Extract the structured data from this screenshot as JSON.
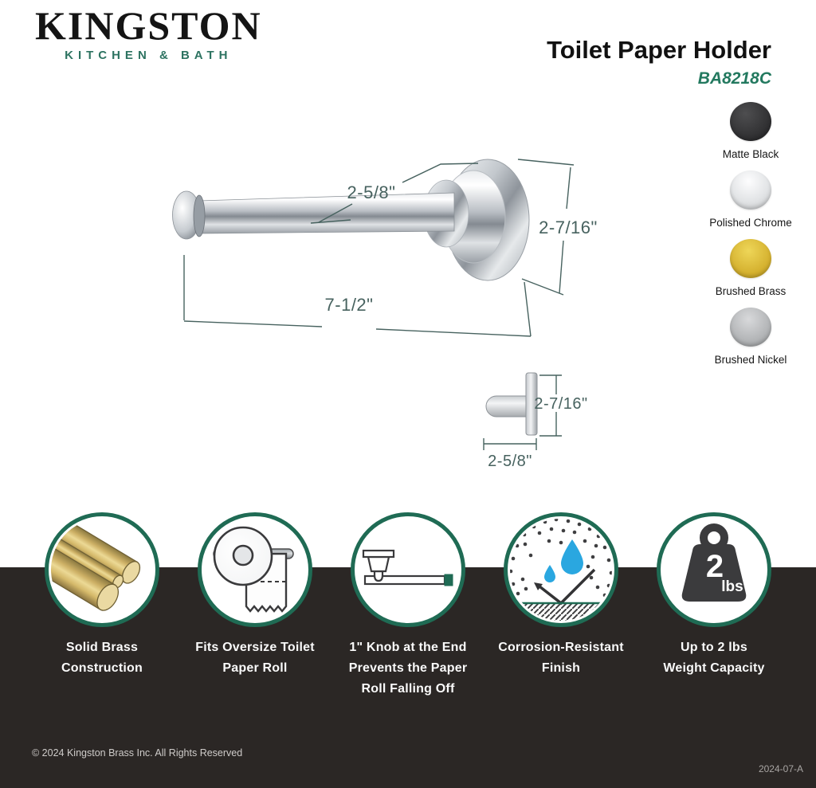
{
  "brand": {
    "name": "KINGSTON",
    "tagline": "KITCHEN & BATH"
  },
  "header": {
    "title": "Toilet Paper Holder",
    "model": "BA8218C"
  },
  "finishes": [
    {
      "name": "Matte Black",
      "hex": "#333436"
    },
    {
      "name": "Polished Chrome",
      "hex": "#e7e9eb"
    },
    {
      "name": "Brushed Brass",
      "hex": "#d9b739"
    },
    {
      "name": "Brushed Nickel",
      "hex": "#b6b8ba"
    }
  ],
  "dimensions": {
    "front": {
      "top": "2-5/8\"",
      "right": "2-7/16\"",
      "bottom": "7-1/2\""
    },
    "side": {
      "right": "2-7/16\"",
      "bottom": "2-5/8\""
    }
  },
  "features": [
    {
      "icon": "brass-rods-icon",
      "caption": "Solid Brass\nConstruction"
    },
    {
      "icon": "toilet-paper-roll-icon",
      "caption": "Fits Oversize Toilet\nPaper Roll"
    },
    {
      "icon": "holder-knob-icon",
      "caption": "1\" Knob at the End\nPrevents the Paper\nRoll Falling Off"
    },
    {
      "icon": "corrosion-resistant-icon",
      "caption": "Corrosion-Resistant\nFinish"
    },
    {
      "icon": "weight-capacity-icon",
      "caption": "Up to 2 lbs\nWeight Capacity",
      "weight_number": "2",
      "weight_unit": "lbs"
    }
  ],
  "footer": {
    "copyright": "© 2024 Kingston Brass Inc. All Rights Reserved",
    "revision": "2024-07-A"
  },
  "colors": {
    "brand_green": "#1f6b54",
    "dimension_teal": "#47625f",
    "band_dark": "#2b2725",
    "drop_blue": "#2aa7e0"
  }
}
